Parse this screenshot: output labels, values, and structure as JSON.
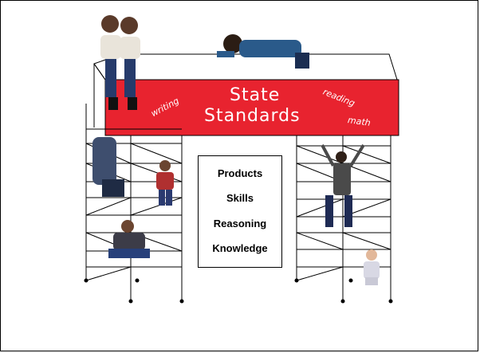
{
  "sign": {
    "title_line1": "State",
    "title_line2": "Standards",
    "tag_writing": "writing",
    "tag_reading": "reading",
    "tag_math": "math",
    "color": "#e8232f"
  },
  "foundation": {
    "items": [
      "Products",
      "Skills",
      "Reasoning",
      "Knowledge"
    ]
  }
}
